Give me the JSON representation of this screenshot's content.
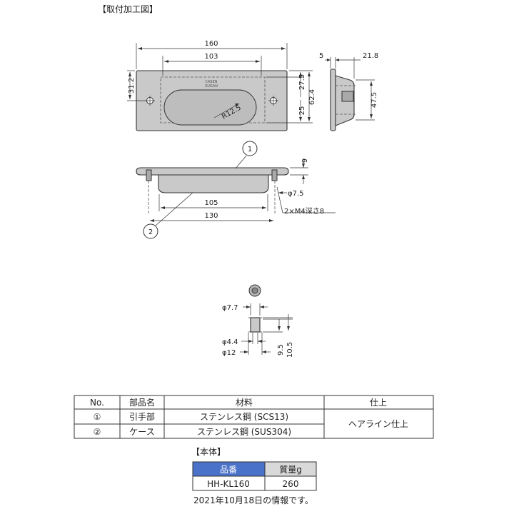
{
  "title": "【取付加工図】",
  "dimensions": {
    "overall_width": "160",
    "inner_width": "103",
    "height": "31.2",
    "side_5": "5",
    "side_21_8": "21.8",
    "right_27_5": "27.5",
    "right_25": "25",
    "right_62_4": "62.4",
    "radius": "R12.5",
    "side_47_5": "47.5",
    "side_9": "9",
    "phi_7_5": "φ7.5",
    "width_105": "105",
    "width_130": "130",
    "thread_note": "2×M4深さ8",
    "phi_7_7": "φ7.7",
    "phi_4_4": "φ4.4",
    "phi_12": "φ12",
    "dim_9_5": "9.5",
    "dim_10_5": "10.5"
  },
  "callouts": [
    "1",
    "2"
  ],
  "logo_text": [
    "CASEN",
    "SUGAN"
  ],
  "parts_table": {
    "headers": [
      "No.",
      "部品名",
      "材料",
      "仕上"
    ],
    "rows": [
      {
        "no": "①",
        "name": "引手部",
        "material": "ステンレス鋼 (SCS13)"
      },
      {
        "no": "②",
        "name": "ケース",
        "material": "ステンレス鋼 (SUS304)"
      }
    ],
    "finish": "ヘアライン仕上"
  },
  "body_label": "【本体】",
  "spec_table": {
    "headers": [
      "品番",
      "質量g"
    ],
    "row": [
      "HH-KL160",
      "260"
    ]
  },
  "footer_note": "2021年10月18日の情報です。",
  "colors": {
    "header_blue": "#4a72c8",
    "header_gray": "#d9d9d9",
    "part_fill": "#c9c9c9"
  }
}
